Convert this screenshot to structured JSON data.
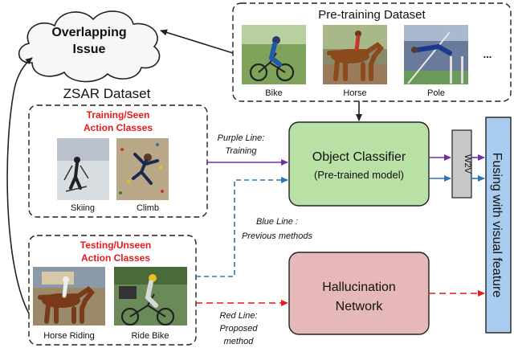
{
  "cloud": {
    "line1": "Overlapping",
    "line2": "Issue"
  },
  "pretraining": {
    "title": "Pre-training  Dataset",
    "images": [
      {
        "label": "Bike",
        "icon": "person-riding-bike"
      },
      {
        "label": "Horse",
        "icon": "person-with-horse"
      },
      {
        "label": "Pole",
        "icon": "pole-vault"
      }
    ],
    "more": "..."
  },
  "zsar": {
    "title": "ZSAR Dataset",
    "training": {
      "heading_line1": "Training/Seen",
      "heading_line2": "Action Classes",
      "images": [
        {
          "label": "Skiing",
          "icon": "skier"
        },
        {
          "label": "Climb",
          "icon": "climber"
        }
      ]
    },
    "testing": {
      "heading_line1": "Testing/Unseen",
      "heading_line2": "Action Classes",
      "images": [
        {
          "label": "Horse Riding",
          "icon": "horse-rider"
        },
        {
          "label": "Ride Bike",
          "icon": "bike-rider"
        }
      ]
    }
  },
  "object_classifier": {
    "line1": "Object Classifier",
    "line2": "(Pre-trained model)"
  },
  "w2v": "W2V",
  "hallucination": {
    "line1": "Hallucination",
    "line2": "Network"
  },
  "fusing": "Fusing with visual feature",
  "annotations": {
    "purple": {
      "line1": "Purple Line:",
      "line2": "Training"
    },
    "blue": {
      "line1": "Blue Line :",
      "line2": "Previous methods"
    },
    "red": {
      "line1": "Red  Line:",
      "line2": "Proposed",
      "line3": "method"
    }
  },
  "colors": {
    "heading_red": "#e8191b",
    "classifier_fill": "#b9e0a5",
    "hallucination_fill": "#e6b8b7",
    "fusing_fill": "#a9cdf0",
    "w2v_fill": "#c8c8c8",
    "purple_line": "#7030a0",
    "blue_line": "#2e75b6",
    "red_line": "#e8191b"
  }
}
